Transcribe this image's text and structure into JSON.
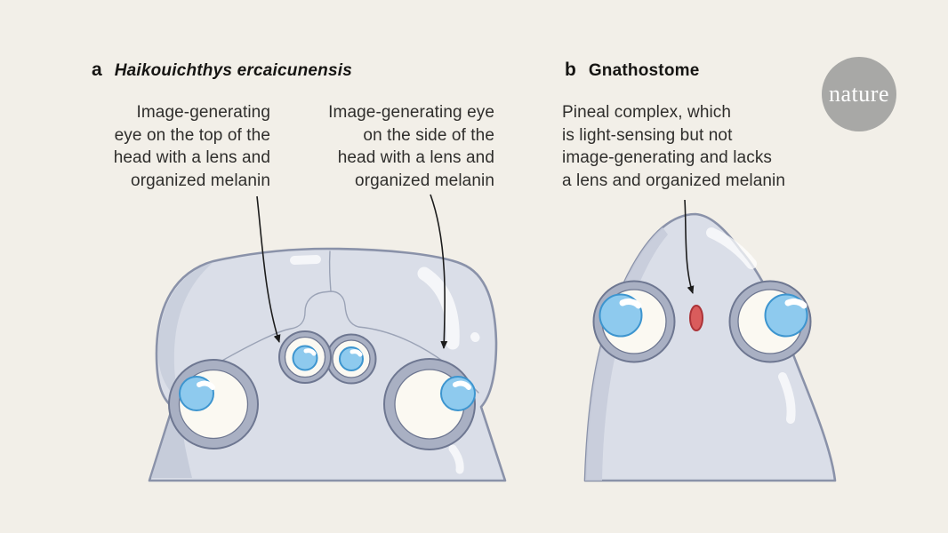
{
  "panel_a": {
    "label": "a",
    "title": "Haikouichthys ercaicunensis",
    "annotations": [
      {
        "lines": [
          "Image-generating",
          "eye on the top of the",
          "head with a lens and",
          "organized melanin"
        ]
      },
      {
        "lines": [
          "Image-generating eye",
          "on the side of the",
          "head with a lens and",
          "organized melanin"
        ]
      }
    ]
  },
  "panel_b": {
    "label": "b",
    "title": "Gnathostome",
    "annotations": [
      {
        "lines": [
          "Pineal complex, which",
          "is light-sensing but not",
          "image-generating and lacks",
          "a lens and organized melanin"
        ]
      }
    ]
  },
  "logo": {
    "text": "nature"
  },
  "colors": {
    "bg": "#f2efe8",
    "title": "#161513",
    "text": "#2f2e2c",
    "outline": "#8a92a9",
    "fill": "#dadee8",
    "shade": "#c6ccda",
    "crease": "#9ba3b6",
    "ringFill": "#a9b0c3",
    "ringStroke": "#6e7791",
    "eyeWhite": "#fbf9f2",
    "lensFill": "#8ecaee",
    "lensStroke": "#3d95cf",
    "pinealFill": "#d95c5c",
    "pinealStroke": "#ac3338",
    "arrow": "#1c1c1c",
    "logoGray": "#a8a8a6"
  }
}
